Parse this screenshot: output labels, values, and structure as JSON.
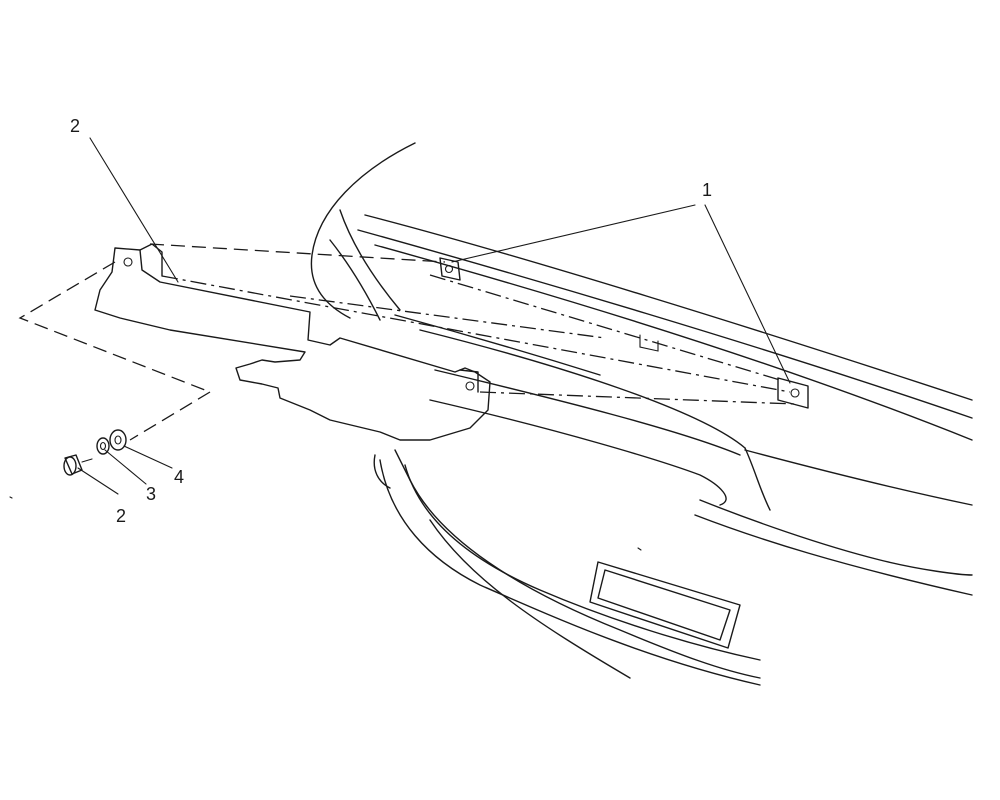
{
  "callouts": {
    "deflector_top": "2",
    "retainers": "1",
    "bolt": "2",
    "washer_3": "3",
    "washer_4": "4"
  }
}
